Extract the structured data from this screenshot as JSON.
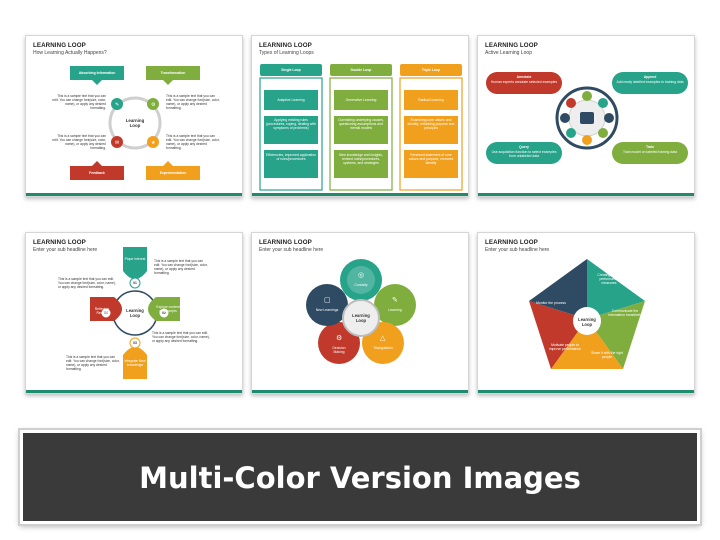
{
  "colors": {
    "green": "#7fae3e",
    "teal": "#27a38a",
    "orange": "#f1a01e",
    "red": "#c0392b",
    "navy": "#2f4b63",
    "dark_bg": "#3a3a3a",
    "accent": "#1f8a6e"
  },
  "sample_text": "This is a sample text that you can edit. You can change font(size, color, name), or apply any desired formatting.",
  "slide1": {
    "title": "LEARNING LOOP",
    "subtitle": "How Learning Actually Happens?",
    "center": "Learning\nLoop",
    "labels": [
      "Absorbing Information",
      "Transformation",
      "Feedback",
      "Experimentation"
    ]
  },
  "slide2": {
    "title": "LEARNING LOOP",
    "subtitle": "Types of Learning Loops",
    "columns": [
      {
        "header": "Single Loop",
        "cells": [
          "Adaptive Learning",
          "Applying existing rules (procedures, coping, dealing with symptoms of problems)",
          "Efficiencies, improved application of rules/procedures"
        ]
      },
      {
        "header": "Double Loop",
        "cells": [
          "Generative Learning",
          "Correlating underlying causes, questioning assumptions and mental models",
          "New knowledge and insights, revised rules/procedures, systems, and strategies"
        ]
      },
      {
        "header": "Triple Loop",
        "cells": [
          "Radical Learning",
          "Examining core values and identity, rethinking purpose and principles",
          "Renewed statement of core values and purpose, renewed identity"
        ]
      }
    ]
  },
  "slide3": {
    "title": "LEARNING LOOP",
    "subtitle": "Active Learning Loop",
    "items": [
      {
        "title": "Annotate",
        "text": "Human experts annotate selected examples"
      },
      {
        "title": "Append",
        "text": "Add newly labelled examples to training data"
      },
      {
        "title": "Query",
        "text": "Use acquisition function to select examples from unlabeled data"
      },
      {
        "title": "Train",
        "text": "Train model on labeled training data"
      }
    ]
  },
  "slide4": {
    "title": "LEARNING LOOP",
    "subtitle": "Enter your sub headline here",
    "center": "Learning\nLoop",
    "petals": [
      {
        "num": "01",
        "text": "Pique interest"
      },
      {
        "num": "02",
        "text": "Explore content or concepts"
      },
      {
        "num": "03",
        "text": "Integrate New knowledge"
      },
      {
        "num": "04",
        "text": "Reflect or Review"
      }
    ]
  },
  "slide5": {
    "title": "LEARNING LOOP",
    "subtitle": "Enter your sub headline here",
    "center": "Learning\nLoop",
    "nodes": [
      "Curiosity",
      "Learning",
      "Triangulation",
      "Decision Making",
      "New Learnings"
    ]
  },
  "slide6": {
    "title": "LEARNING LOOP",
    "subtitle": "Enter your sub headline here",
    "center": "Learning\nLoop",
    "segments": [
      "Creating, refine performance measures",
      "Communicate the information transitively",
      "Share it with the right people",
      "Motivate people to improve performance",
      "Monitor the process"
    ]
  },
  "banner": {
    "text": "Multi-Color Version Images"
  }
}
